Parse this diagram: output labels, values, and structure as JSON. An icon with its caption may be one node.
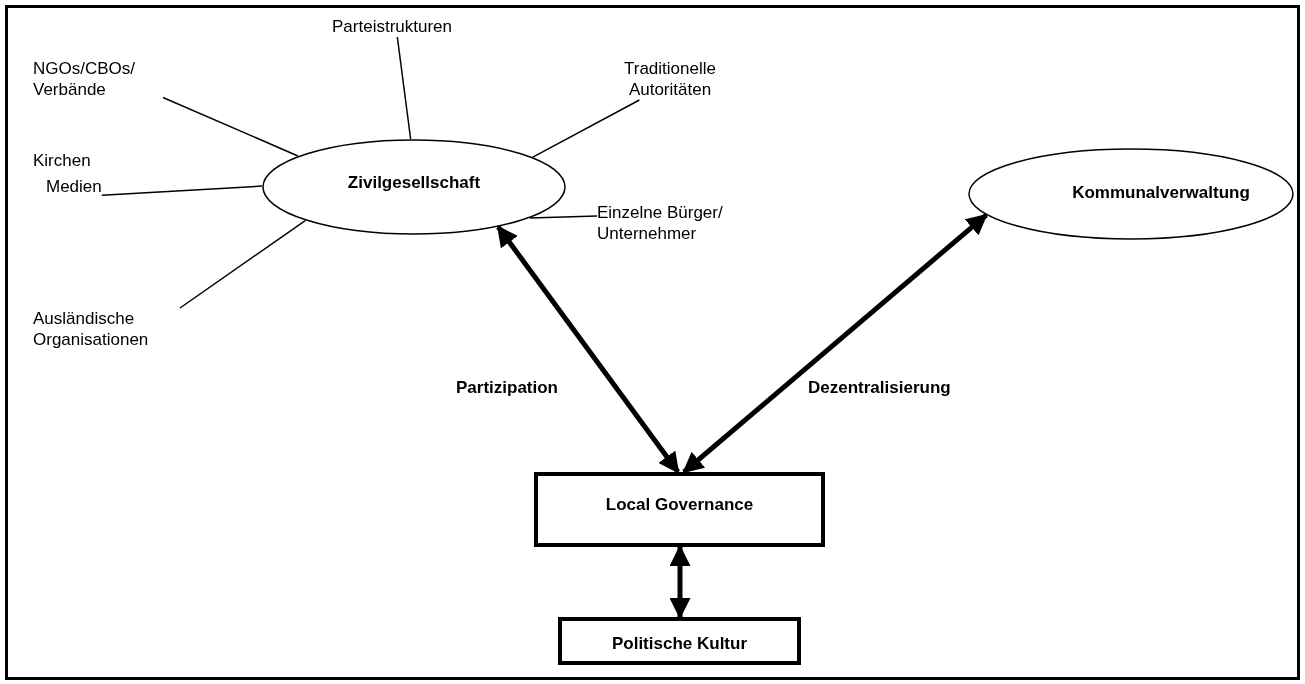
{
  "diagram": {
    "nodes": [
      {
        "text": [
          "Zivilgesellschaft"
        ]
      },
      {
        "text": [
          "Kommunalverwaltung"
        ]
      },
      {
        "text": [
          "Local Governance"
        ]
      },
      {
        "text": [
          "Politische Kultur"
        ]
      },
      {
        "text": [
          "NGOs/CBOs/ Verbände"
        ]
      },
      {
        "text": [
          "Parteistrukturen"
        ]
      },
      {
        "text": [
          "Traditionelle Autoritäten"
        ]
      },
      {
        "text": [
          "Medien"
        ]
      },
      {
        "text": [
          "Ausländische Organisationen"
        ]
      },
      {
        "text": [
          "Einzelne Bürger/ Unternehmer"
        ]
      }
    ],
    "edges": [
      {
        "from": 4,
        "to": 0,
        "arrow": "none"
      },
      {
        "from": 5,
        "to": 0,
        "arrow": "none"
      },
      {
        "from": 6,
        "to": 0,
        "arrow": "none"
      },
      {
        "from": 7,
        "to": 0,
        "arrow": "none"
      },
      {
        "from": 8,
        "to": 0,
        "arrow": "none"
      },
      {
        "from": 9,
        "to": 0,
        "arrow": "none"
      },
      {
        "from": 0,
        "to": 2,
        "arrow": "both",
        "label": "Partizipation",
        "style": "thick"
      },
      {
        "from": 1,
        "to": 2,
        "arrow": "both",
        "label": "Dezentralisierung",
        "style": "thick"
      },
      {
        "from": 2,
        "to": 3,
        "arrow": "both",
        "style": "thick"
      }
    ],
    "labels": [
      "Kirchen"
    ]
  }
}
